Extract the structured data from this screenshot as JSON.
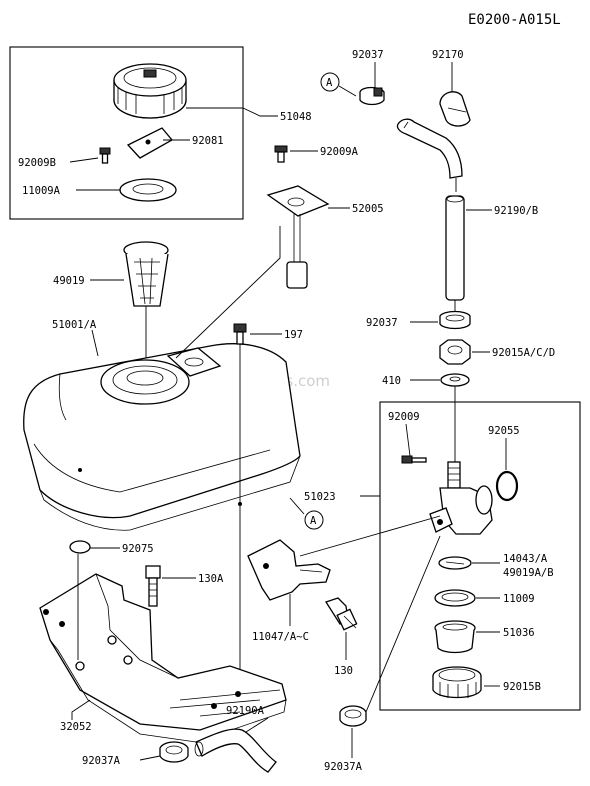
{
  "diagram": {
    "reference_code": "E0200-A015L",
    "watermark": "eReplacementParts.com",
    "callout_letter": "A",
    "labels": {
      "p51048": "51048",
      "p92081": "92081",
      "p92009B": "92009B",
      "p11009A": "11009A",
      "p92037_top": "92037",
      "p92170": "92170",
      "p92009A": "92009A",
      "p52005": "52005",
      "p92190B": "92190/B",
      "p49019": "49019",
      "p51001A": "51001/A",
      "p197": "197",
      "p92037_mid": "92037",
      "p92015ACD": "92015A/C/D",
      "p410": "410",
      "p92009": "92009",
      "p92055": "92055",
      "p51023": "51023",
      "p92075": "92075",
      "p130A": "130A",
      "p14043A": "14043/A",
      "p49019AB": "49019A/B",
      "p11009": "11009",
      "p11047AC": "11047/A~C",
      "p51036": "51036",
      "p130": "130",
      "p92190A": "92190A",
      "p92015B": "92015B",
      "p32052": "32052",
      "p92037A_left": "92037A",
      "p92037A_right": "92037A"
    }
  }
}
